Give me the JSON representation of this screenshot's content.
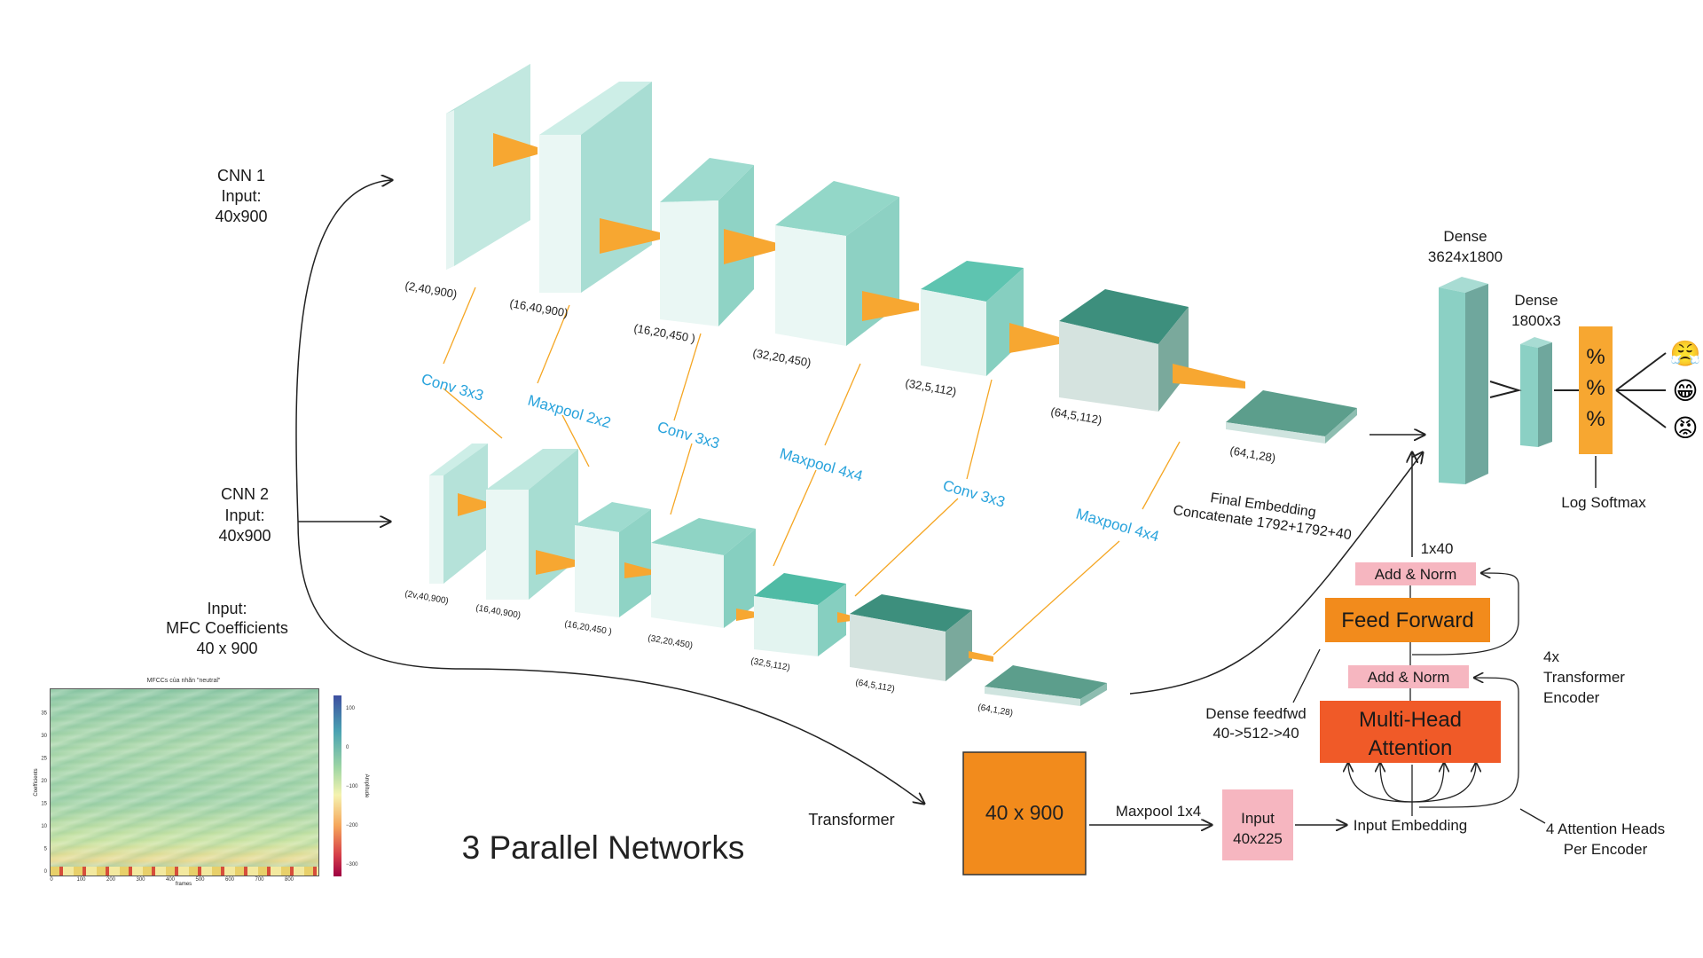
{
  "diagram": {
    "title": "3 Parallel Networks",
    "inputs": {
      "cnn1": [
        "CNN 1",
        "Input:",
        "40x900"
      ],
      "cnn2": [
        "CNN 2",
        "Input:",
        "40x900"
      ],
      "mfc": [
        "Input:",
        "MFC Coefficients",
        "40 x 900"
      ]
    },
    "cnn1_dims": [
      "(2,40,900)",
      "(16,40,900)",
      "(16,20,450 )",
      "(32,20,450)",
      "(32,5,112)",
      "(64,5,112)",
      "(64,1,28)"
    ],
    "cnn2_dims": [
      "(2v,40,900)",
      "(16,40,900)",
      "(16,20,450 )",
      "(32,20,450)",
      "(32,5,112)",
      "(64,5,112)",
      "(64,1,28)"
    ],
    "ops": [
      "Conv 3x3",
      "Maxpool 2x2",
      "Conv 3x3",
      "Maxpool 4x4",
      "Conv 3x3",
      "Maxpool 4x4"
    ],
    "final_embedding": [
      "Final Embedding",
      "Concatenate 1792+1792+40"
    ],
    "dense1": [
      "Dense",
      "3624x1800"
    ],
    "dense2": [
      "Dense",
      "1800x3"
    ],
    "softmax_glyphs": [
      "%",
      "%",
      "%"
    ],
    "log_softmax": "Log Softmax",
    "emojis": [
      "😤",
      "😁",
      "😡"
    ],
    "transformer": {
      "label": "Transformer",
      "input_box": "40 x 900",
      "maxpool": "Maxpool 1x4",
      "input2": [
        "Input",
        "40x225"
      ],
      "input_embedding": "Input Embedding",
      "add_norm_top": "Add & Norm",
      "add_norm_bottom": "Add & Norm",
      "feed_forward": "Feed Forward",
      "multi_head": [
        "Multi-Head",
        "Attention"
      ],
      "out_dim": "1x40",
      "dense_feedfwd": [
        "Dense feedfwd",
        "40->512->40"
      ],
      "encoder_note": [
        "4x",
        "Transformer",
        "Encoder"
      ],
      "heads_note": [
        "4 Attention Heads",
        "Per Encoder"
      ]
    },
    "mfcc_plot": {
      "title": "MFCCs của nhãn \"neutral\"",
      "xlabel": "frames",
      "ylabel": "Coefficients",
      "colorbar_label": "Amplitude",
      "xticks": [
        "0",
        "100",
        "200",
        "300",
        "400",
        "500",
        "600",
        "700",
        "800"
      ],
      "yticks": [
        "0",
        "5",
        "10",
        "15",
        "20",
        "25",
        "30",
        "35"
      ],
      "cticks": [
        "100",
        "0",
        "−100",
        "−200",
        "−300"
      ]
    },
    "colors": {
      "accent_orange": "#f7a731",
      "feed_forward": "#f28b1c",
      "attention": "#f05a28",
      "add_norm": "#f6b6c0",
      "op_text": "#29a3dc",
      "connector": "#f5a623"
    }
  }
}
